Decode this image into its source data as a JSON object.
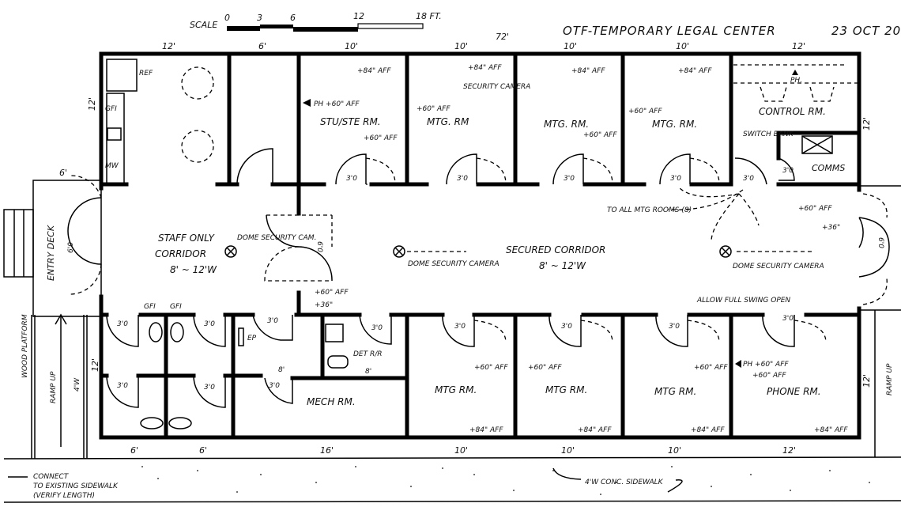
{
  "title": {
    "text": "OTF-TEMPORARY LEGAL CENTER",
    "date": "23 OCT 20"
  },
  "scale_bar": {
    "label": "SCALE",
    "ticks": [
      "0",
      "3",
      "6",
      "12",
      "18 FT."
    ]
  },
  "overall_dimension": "72'",
  "top_dimensions": [
    "12'",
    "6'",
    "10'",
    "10'",
    "10'",
    "10'",
    "12'"
  ],
  "bottom_dimensions": [
    "6'",
    "6'",
    "16'",
    "10'",
    "10'",
    "10'",
    "12'"
  ],
  "side_dimensions": {
    "left_upper": "12'",
    "left_lower": "12'",
    "right_upper": "12'",
    "right_lower": "12'",
    "entry_deck_width": "6'"
  },
  "rooms": {
    "break_room": {
      "ref": "REF",
      "gfi": "GFI",
      "mw": "MW"
    },
    "stu_ste": {
      "name": "STU/STE RM.",
      "ph_note": "PH +60\" AFF",
      "outlet": "+60\" AFF",
      "camera": "+84\" AFF",
      "door": "3'0"
    },
    "mtg_top_1": {
      "name": "MTG. RM",
      "outlet": "+60\" AFF",
      "camera": "+84\" AFF",
      "camera_label": "SECURITY CAMERA",
      "door": "3'0"
    },
    "mtg_top_2": {
      "name": "MTG. RM.",
      "outlet": "+60\" AFF",
      "camera": "+84\" AFF",
      "door": "3'0"
    },
    "mtg_top_3": {
      "name": "MTG. RM.",
      "outlet": "+60\" AFF",
      "camera": "+84\" AFF",
      "door": "3'0"
    },
    "control": {
      "name": "CONTROL RM.",
      "ph": "PH.",
      "switch_bank": "SWITCH BANK",
      "door": "3'0"
    },
    "comms": {
      "name": "COMMS",
      "door": "3'0"
    },
    "mtg_bot_1": {
      "name": "MTG RM.",
      "outlet": "+60\" AFF",
      "camera": "+84\" AFF",
      "door": "3'0"
    },
    "mtg_bot_2": {
      "name": "MTG RM.",
      "outlet": "+60\" AFF",
      "camera": "+84\" AFF",
      "door": "3'0"
    },
    "mtg_bot_3": {
      "name": "MTG RM.",
      "outlet": "+60\" AFF",
      "camera": "+84\" AFF",
      "door": "3'0"
    },
    "phone": {
      "name": "PHONE RM.",
      "ph_note": "PH +60\" AFF",
      "outlet": "+60\" AFF",
      "camera": "+84\" AFF",
      "door": "3'0"
    },
    "mech": {
      "name": "MECH RM.",
      "dim": "8'",
      "door": "3'0"
    },
    "det_rr": {
      "name": "DET R/R",
      "dim": "8'",
      "door": "3'0"
    },
    "ep": {
      "name": "EP",
      "door": "3'0"
    },
    "restrooms": {
      "gfi_1": "GFI",
      "gfi_2": "GFI",
      "door": "3'0"
    }
  },
  "corridors": {
    "staff": {
      "line1": "STAFF ONLY",
      "line2": "CORRIDOR",
      "line3": "8' ~ 12'W",
      "camera": "DOME SECURITY CAM."
    },
    "secured": {
      "line1": "SECURED CORRIDOR",
      "line2": "8' ~ 12'W",
      "camera_1": "DOME SECURITY CAMERA",
      "camera_2": "DOME SECURITY CAMERA"
    },
    "staff_door": "6'0",
    "staff_door_outlet": "+60\" AFF",
    "staff_door_switch": "+36\"",
    "east_outlet": "+60\" AFF",
    "east_switch": "+36\""
  },
  "annotations": {
    "to_all_mtg": "TO ALL MTG ROOMS (8)",
    "allow_swing": "ALLOW FULL SWING OPEN",
    "entry_deck": "ENTRY DECK",
    "entry_door": "6'0",
    "east_door": "6'0",
    "wood_platform": "WOOD PLATFORM",
    "ramp_west": "RAMP UP",
    "ramp_width": "4'W",
    "ramp_east": "RAMP UP",
    "sidewalk": "4'W CONC. SIDEWALK",
    "connect_1": "CONNECT",
    "connect_2": "TO EXISTING SIDEWALK",
    "connect_3": "(VERIFY LENGTH)"
  }
}
